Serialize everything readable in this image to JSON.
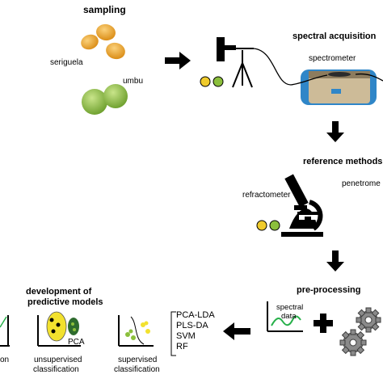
{
  "stages": {
    "sampling": "sampling",
    "spectral_acquisition": "spectral acquisition",
    "reference_methods": "reference methods",
    "pre_processing": "pre-processing",
    "development_line1": "development of",
    "development_line2": "predictive models"
  },
  "labels": {
    "seriguela": "seriguela",
    "umbu": "umbu",
    "spectrometer": "spectrometer",
    "refractometer": "refractometer",
    "penetrometer": "penetrome",
    "spectral_line1": "spectral",
    "spectral_line2": "data",
    "pca": "PCA",
    "unsupervised_line1": "unsupervised",
    "unsupervised_line2": "classification",
    "supervised_line1": "supervised",
    "supervised_line2": "classification",
    "cut_left_1": "on",
    "methods": [
      "PCA-LDA",
      "PLS-DA",
      "SVM",
      "RF"
    ]
  },
  "colors": {
    "seriguela": "#e8a12a",
    "umbu": "#8bbf3c",
    "spectrum_line": "#27b04a",
    "device_blue": "#2f86c8",
    "device_body": "#c8b89a",
    "gear": "#8a8a8a",
    "cluster_yellow": "#f2e12e",
    "cluster_green": "#2e6b2e"
  },
  "icons": [
    "arrow-right-icon",
    "arrow-down-icon",
    "arrow-left-icon",
    "plus-icon",
    "gear-icon",
    "microscope-icon",
    "tripod-icon"
  ]
}
